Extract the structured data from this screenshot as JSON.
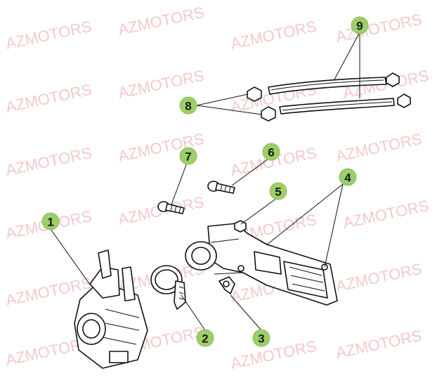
{
  "watermark": {
    "text": "AZMOTORS",
    "color": "#f4c9c9"
  },
  "callouts": [
    {
      "id": "1",
      "label": "1"
    },
    {
      "id": "2",
      "label": "2"
    },
    {
      "id": "3",
      "label": "3"
    },
    {
      "id": "4",
      "label": "4"
    },
    {
      "id": "5",
      "label": "5"
    },
    {
      "id": "6",
      "label": "6"
    },
    {
      "id": "7",
      "label": "7"
    },
    {
      "id": "8",
      "label": "8"
    },
    {
      "id": "9",
      "label": "9"
    }
  ],
  "colors": {
    "callout_fill": "#9ccf6a",
    "line": "#111111",
    "background": "#ffffff"
  }
}
